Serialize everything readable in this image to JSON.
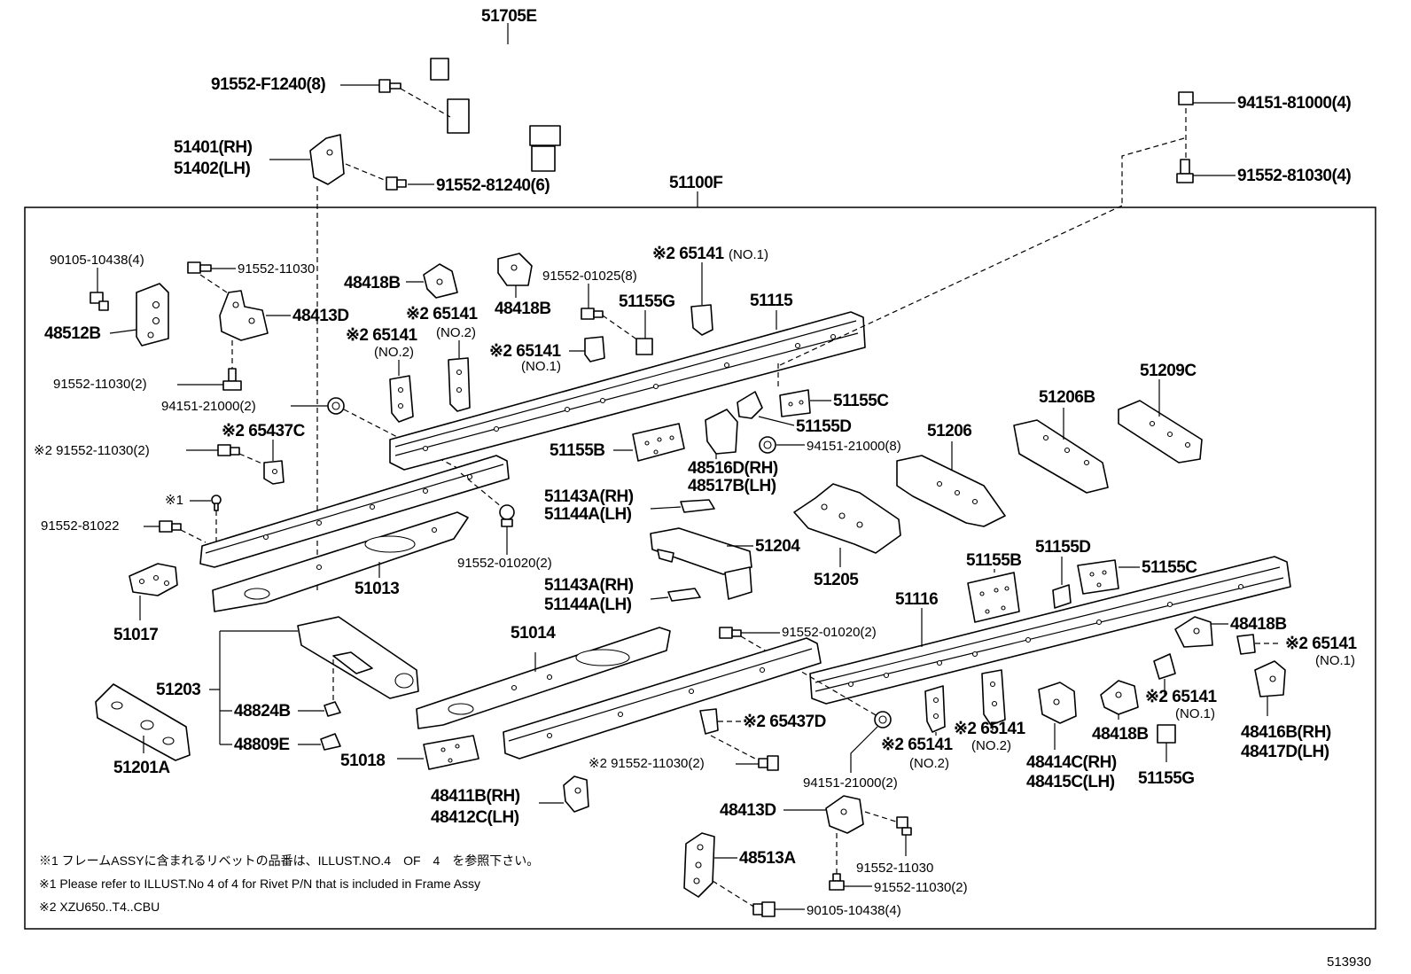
{
  "diagram_id": "513930",
  "assembly_label": "51100F",
  "labels": {
    "p51705E": "51705E",
    "p91552F1240": "91552-F1240(8)",
    "p51401": "51401(RH)",
    "p51402": "51402(LH)",
    "p9155281240": "91552-81240(6)",
    "p9415181000": "94151-81000(4)",
    "p9155281030": "91552-81030(4)",
    "p9010510438a": "90105-10438(4)",
    "p9155211030a": "91552-11030",
    "p48512B": "48512B",
    "p48413Da": "48413D",
    "p9155211030b": "91552-11030(2)",
    "p9415121000a": "94151-21000(2)",
    "p65437C": "※2 65437C",
    "p9155211030c": "※2 91552-11030(2)",
    "pRivet": "※1",
    "p9155281022": "91552-81022",
    "p51017": "51017",
    "p48418Ba": "48418B",
    "p48418Bb": "48418B",
    "p65141n2a": "※2 65141",
    "p65141n2a_sub": "(NO.2)",
    "p65141n2b": "※2 65141",
    "p65141n2b_sub": "(NO.2)",
    "p9155201025": "91552-01025(8)",
    "p65141n1a": "※2 65141",
    "p65141n1a_sub": "(NO.1)",
    "p65141n1b": "※2 65141",
    "p65141n1b_sub": "(NO.1)",
    "p51155Ga": "51155G",
    "p51115": "51115",
    "p51155Ca": "51155C",
    "p51155Da": "51155D",
    "p9415121000b": "94151-21000(8)",
    "p51155Ba": "51155B",
    "p48516D": "48516D(RH)",
    "p48517B": "48517B(LH)",
    "p9155201020a": "91552-01020(2)",
    "p51013": "51013",
    "p51143Aa": "51143A(RH)",
    "p51144Aa": "51144A(LH)",
    "p51204": "51204",
    "p51143Ab": "51143A(RH)",
    "p51144Ab": "51144A(LH)",
    "p51205": "51205",
    "p51206": "51206",
    "p51206B": "51206B",
    "p51209C": "51209C",
    "p51155Bb": "51155B",
    "p51155Db": "51155D",
    "p51155Cb": "51155C",
    "p51116": "51116",
    "p48418Bc": "48418B",
    "p65141n1c": "※2 65141",
    "p65141n1c_sub": "(NO.1)",
    "p65141n1d": "※2 65141",
    "p65141n1d_sub": "(NO.1)",
    "p48418Bd": "48418B",
    "p48416B": "48416B(RH)",
    "p48417D": "48417D(LH)",
    "p51155Gb": "51155G",
    "p48414C": "48414C(RH)",
    "p48415C": "48415C(LH)",
    "p65141n2c": "※2 65141",
    "p65141n2c_sub": "(NO.2)",
    "p65141n2d": "※2 65141",
    "p65141n2d_sub": "(NO.2)",
    "p9155201020b": "91552-01020(2)",
    "p51014": "51014",
    "p51203": "51203",
    "p48824B": "48824B",
    "p48809E": "48809E",
    "p51201A": "51201A",
    "p51018": "51018",
    "p65437D": "※2 65437D",
    "p9155211030d": "※2 91552-11030(2)",
    "p9415121000c": "94151-21000(2)",
    "p48411B": "48411B(RH)",
    "p48412C": "48412C(LH)",
    "p48413Db": "48413D",
    "p9155211030e": "91552-11030",
    "p9155211030f": "91552-11030(2)",
    "p48513A": "48513A",
    "p9010510438b": "90105-10438(4)"
  },
  "notes": [
    "※1 フレームASSYに含まれるリベットの品番は、ILLUST.NO.4　OF　4　を参照下さい。",
    "※1 Please refer to ILLUST.No 4 of 4 for Rivet P/N that is included in Frame Assy",
    "※2 XZU650..T4..CBU"
  ],
  "icons": [
    "bolt-icon",
    "nut-icon",
    "rivet-icon",
    "bracket-icon",
    "frame-rail-icon",
    "crossmember-icon",
    "gusset-icon",
    "roll-bar-icon"
  ]
}
